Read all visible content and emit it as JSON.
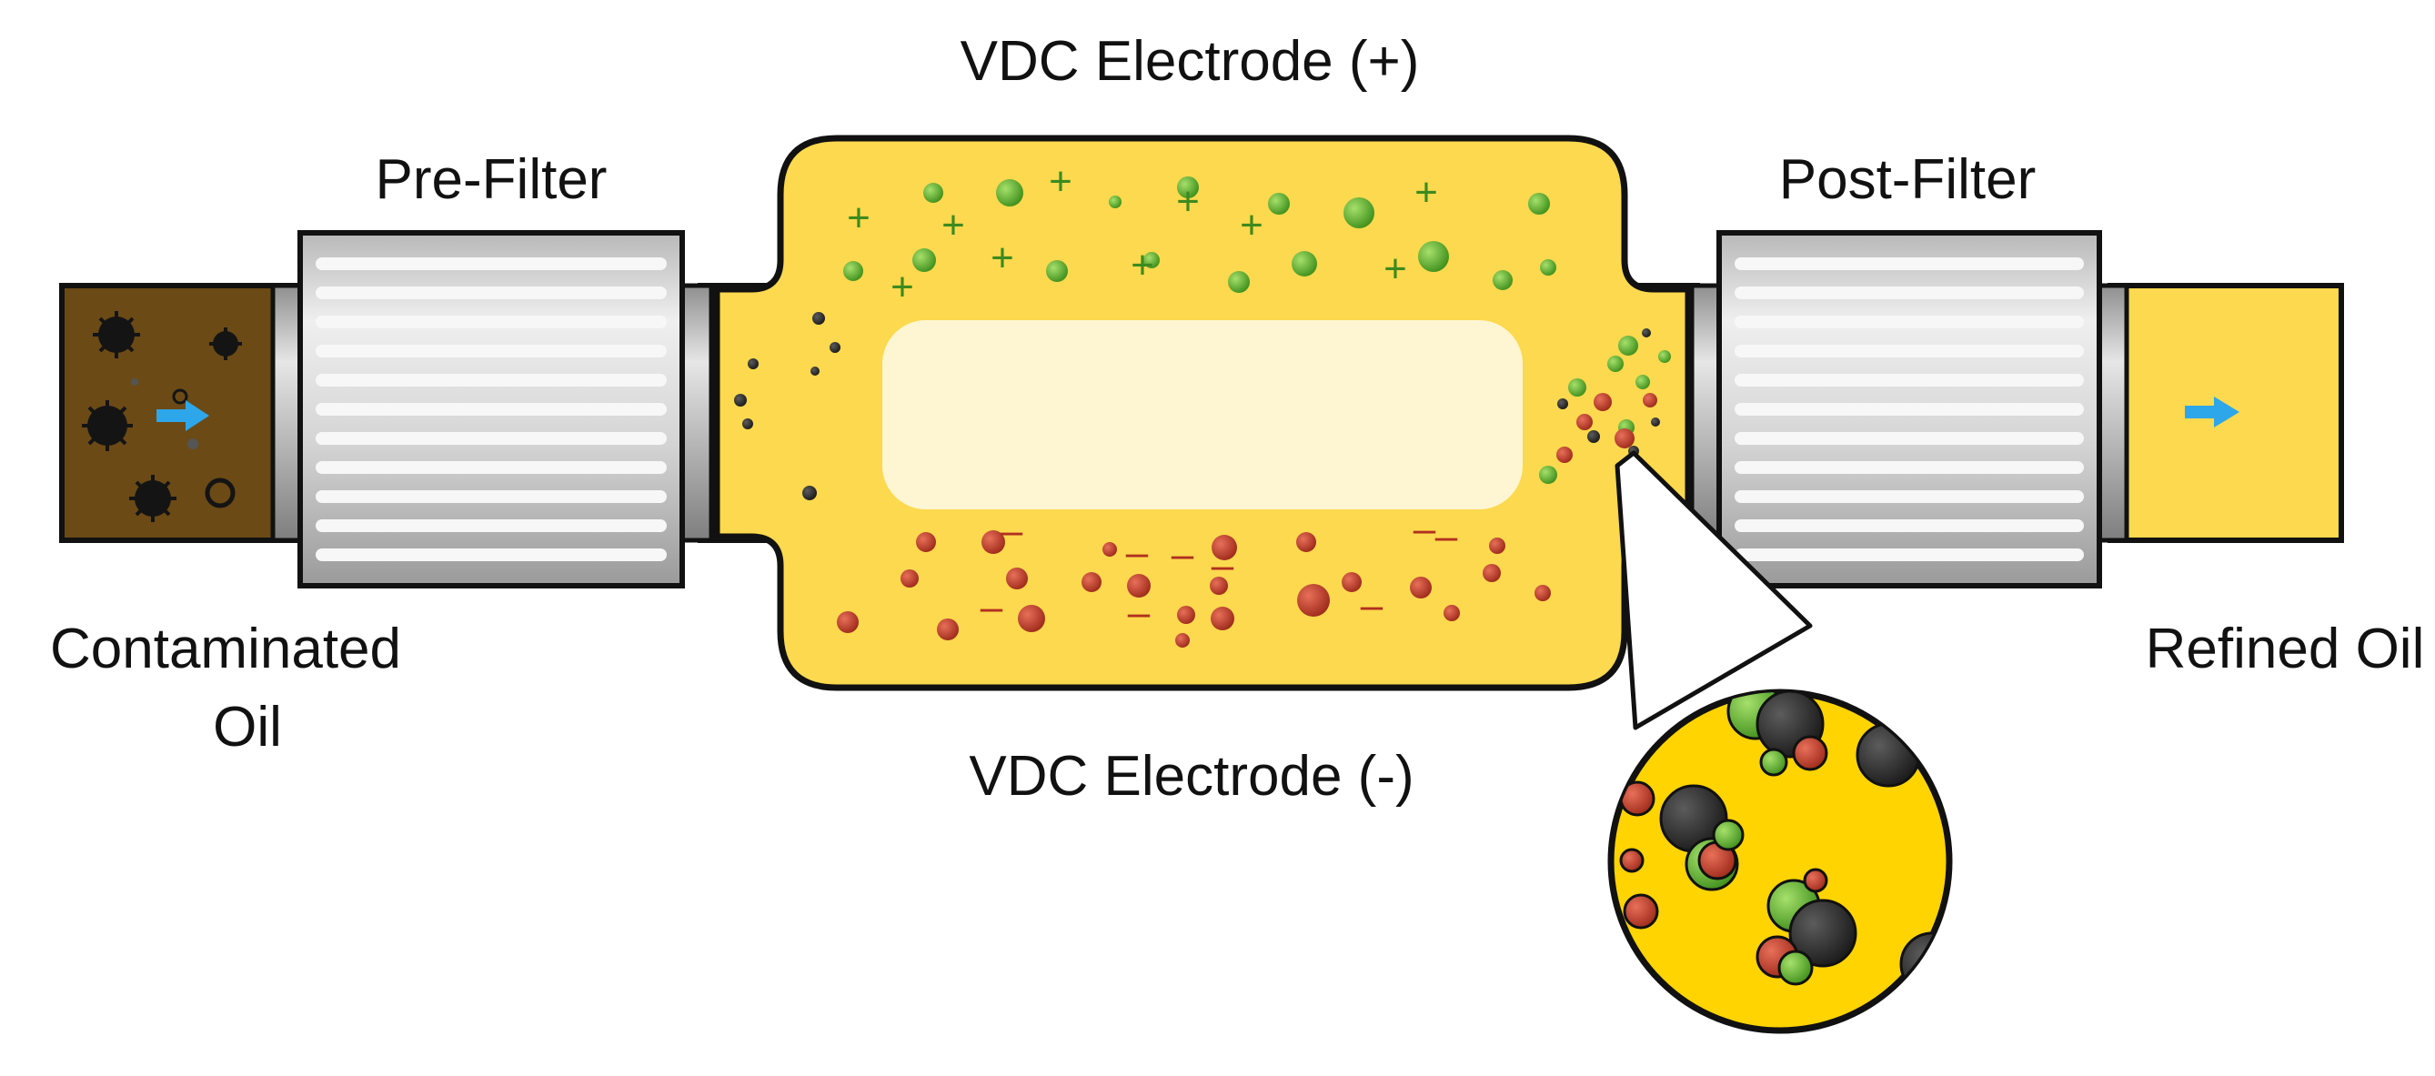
{
  "labels": {
    "electrode_positive": "VDC Electrode (+)",
    "electrode_negative": "VDC Electrode (-)",
    "pre_filter": "Pre-Filter",
    "post_filter": "Post-Filter",
    "contaminated_line1": "Contaminated",
    "contaminated_line2": "Oil",
    "refined_oil": "Refined Oil"
  },
  "charge_signs": {
    "positive": "+",
    "negative": "–"
  },
  "icons": {
    "flow_arrow": "arrow-right-icon"
  },
  "colors": {
    "oil": "#fcd94e",
    "contaminated_oil": "#6b4a16",
    "positive_particle": "#6cbd2f",
    "negative_particle": "#c9402c",
    "neutral_particle": "#2e2e2e",
    "flow_arrow": "#2ea6ea",
    "filter_body": "#d6d6d6",
    "zoom_bg": "#ffd400",
    "core": "#fef6d2"
  }
}
